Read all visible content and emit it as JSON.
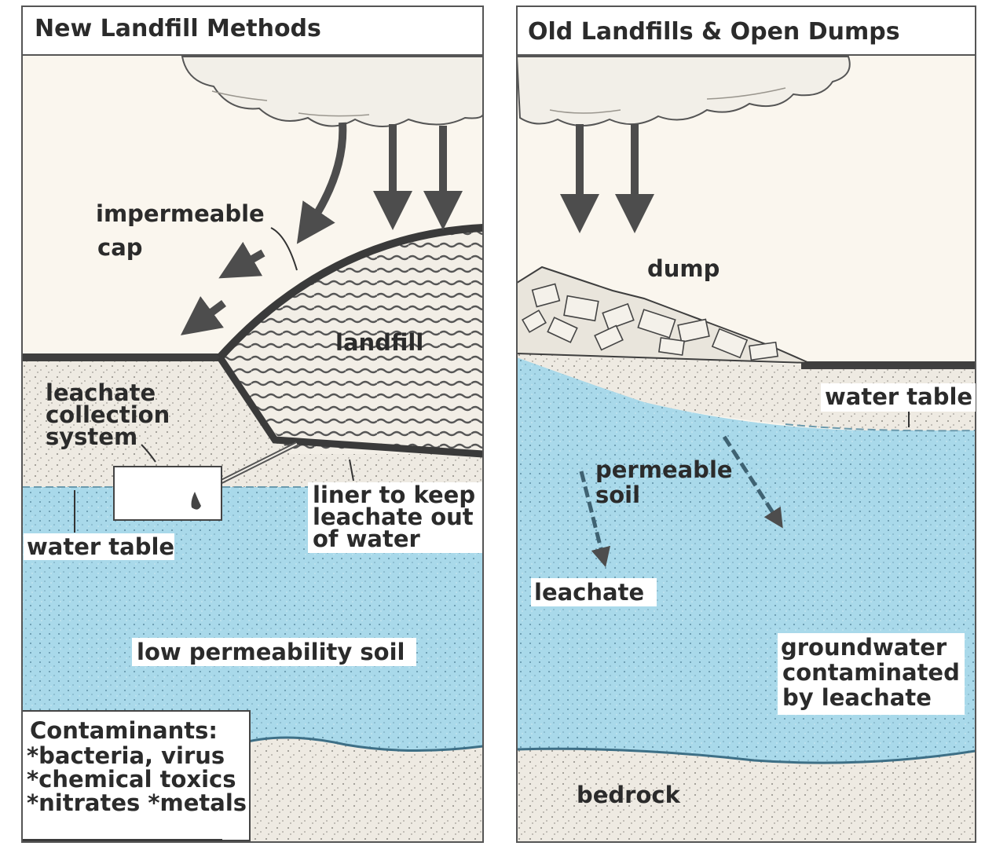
{
  "left_panel": {
    "title": "New Landfill Methods",
    "labels": {
      "cap_line1": "impermeable",
      "cap_line2": "cap",
      "landfill": "landfill",
      "leachate_line1": "leachate",
      "leachate_line2": "collection",
      "leachate_line3": "system",
      "liner_line1": "liner to keep",
      "liner_line2": "leachate out",
      "liner_line3": "of water",
      "water_table": "water table",
      "low_perm": "low permeability soil"
    },
    "contaminants": {
      "heading": "Contaminants:",
      "line1": "*bacteria, virus",
      "line2": "*chemical toxics",
      "line3": "*nitrates *metals"
    }
  },
  "right_panel": {
    "title": "Old Landfills & Open Dumps",
    "labels": {
      "dump": "dump",
      "water_table": "water table",
      "perm_line1": "permeable",
      "perm_line2": "soil",
      "leachate": "leachate",
      "gw_line1": "groundwater",
      "gw_line2": "contaminated",
      "gw_line3": "by leachate",
      "bedrock": "bedrock"
    }
  },
  "colors": {
    "groundwater": "#a9d9ea",
    "soil": "#eeeae2",
    "sky": "#faf6ee",
    "outline": "#4a4a4a"
  }
}
